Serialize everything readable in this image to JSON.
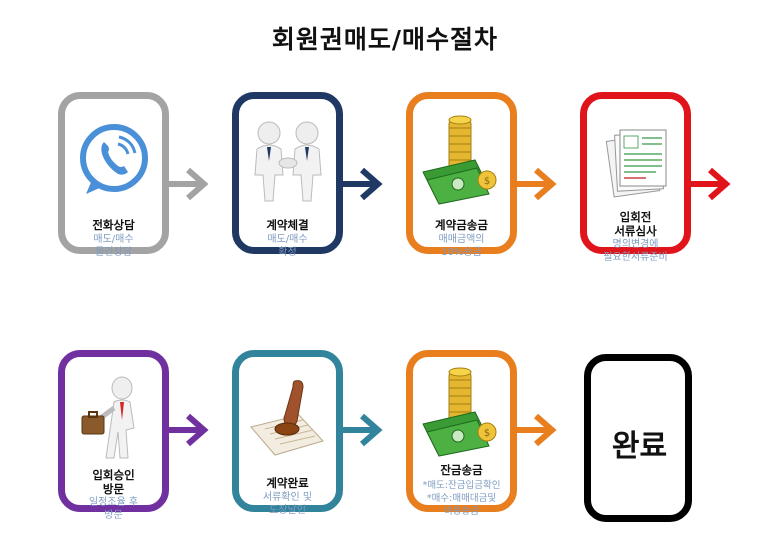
{
  "title": "회원권매도/매수절차",
  "colors": {
    "gray": "#a3a3a3",
    "navy": "#1f3864",
    "orange": "#e87e1e",
    "red": "#e0151b",
    "purple": "#7030a0",
    "teal": "#31849b",
    "black": "#000000",
    "subtext": "#7d9bc1"
  },
  "steps": [
    {
      "head": "전화상담",
      "sub": "매도/매수\n물건상담",
      "icon": "phone-chat-icon"
    },
    {
      "head": "계약체결",
      "sub": "매도/매수\n확정",
      "icon": "handshake-icon"
    },
    {
      "head": "계약금송금",
      "sub": "매매금액의\n10%송금",
      "icon": "money-stack-icon"
    },
    {
      "head": "입회전\n서류심사",
      "sub": "명의변경에\n필요한서류준비",
      "icon": "documents-icon"
    },
    {
      "head": "입회승인\n방문",
      "sub": "일정조율 후\n방문",
      "icon": "walking-person-icon"
    },
    {
      "head": "계약완료",
      "sub": "서류확인 및\n도장날인",
      "icon": "stamp-icon"
    },
    {
      "head": "잔금송금",
      "sub": "*매도:잔금입금확인\n*매수:매매대금및\n비용송금",
      "icon": "money-stack-icon"
    },
    {
      "head": "완료",
      "sub": "",
      "icon": ""
    }
  ]
}
